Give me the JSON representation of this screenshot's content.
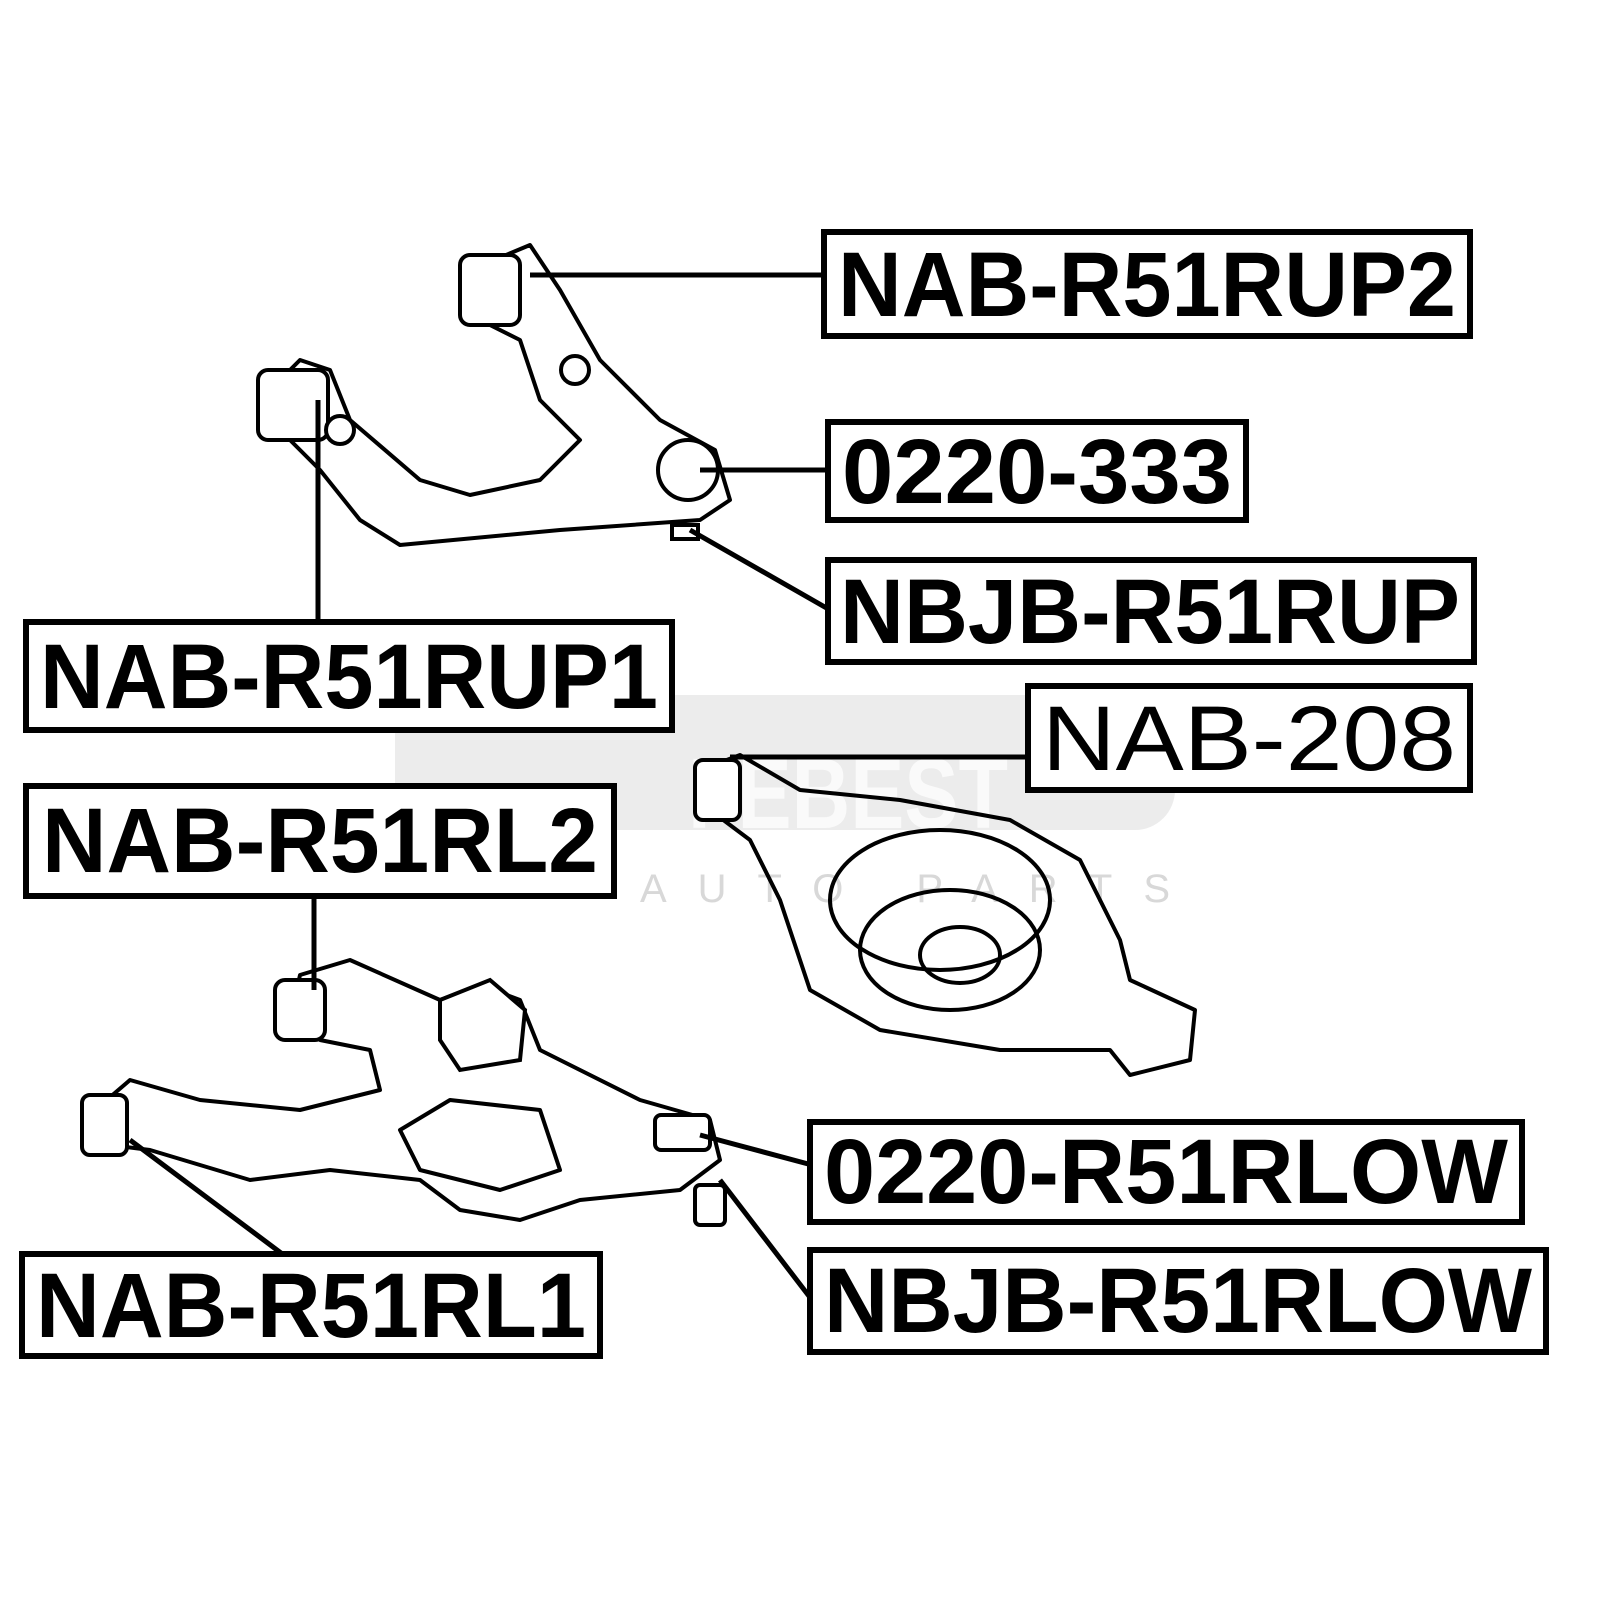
{
  "watermark": {
    "brand": "FEBEST",
    "tagline": "AUTO PARTS"
  },
  "labels": {
    "nab_r51rup2": "NAB-R51RUP2",
    "p0220_333": "0220-333",
    "nbjb_r51rup": "NBJB-R51RUP",
    "nab_r51rup1": "NAB-R51RUP1",
    "nab_208": "NAB-208",
    "nab_r51rl2": "NAB-R51RL2",
    "p0220_r51rlow": "0220-R51RLOW",
    "nbjb_r51rlow": "NBJB-R51RLOW",
    "nab_r51rl1": "NAB-R51RL1"
  }
}
